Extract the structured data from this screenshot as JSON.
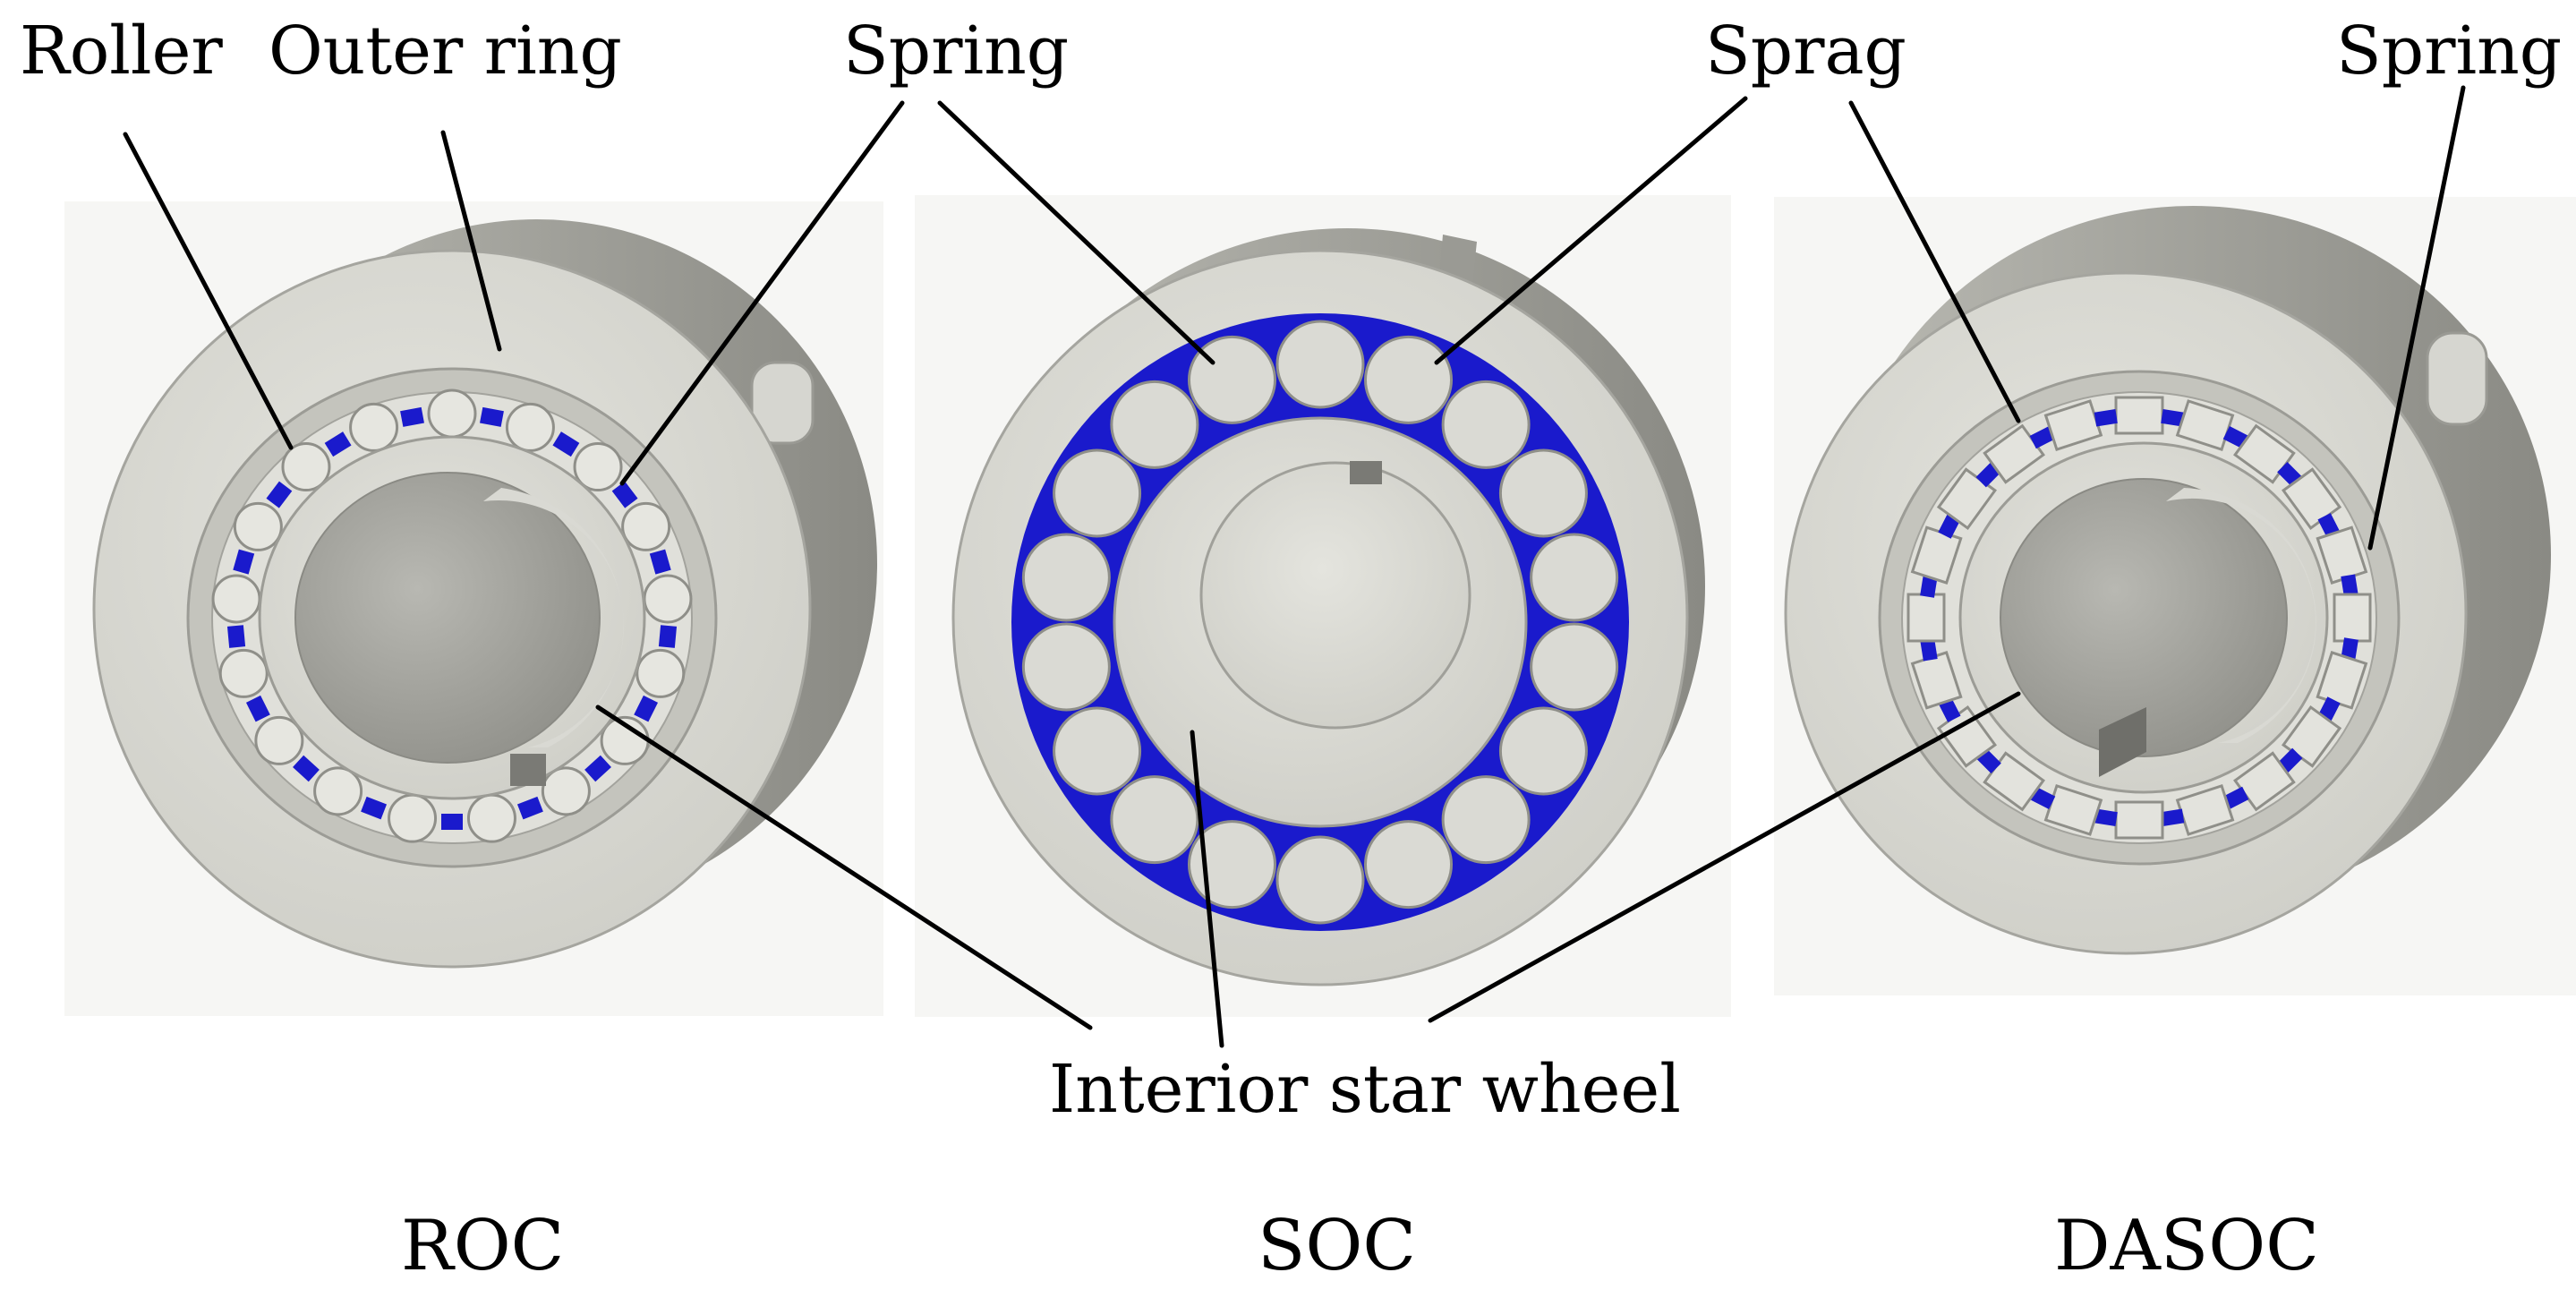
{
  "labels": {
    "roller": "Roller",
    "outer_ring": "Outer ring",
    "spring_left": "Spring",
    "sprag_mid": "Sprag",
    "spring_right": "Spring",
    "interior_star_wheel": "Interior star wheel"
  },
  "captions": {
    "roc": "ROC",
    "soc": "SOC",
    "dasoc": "DASOC"
  },
  "colors": {
    "background": "#ffffff",
    "panel": "#f6f6f4",
    "metal_light": "#dcdcd6",
    "metal_mid": "#c9c9c2",
    "metal_dark": "#8e8e88",
    "bore": "#a9a9a3",
    "spring_blue": "#1a1acc",
    "leader": "#000000"
  }
}
